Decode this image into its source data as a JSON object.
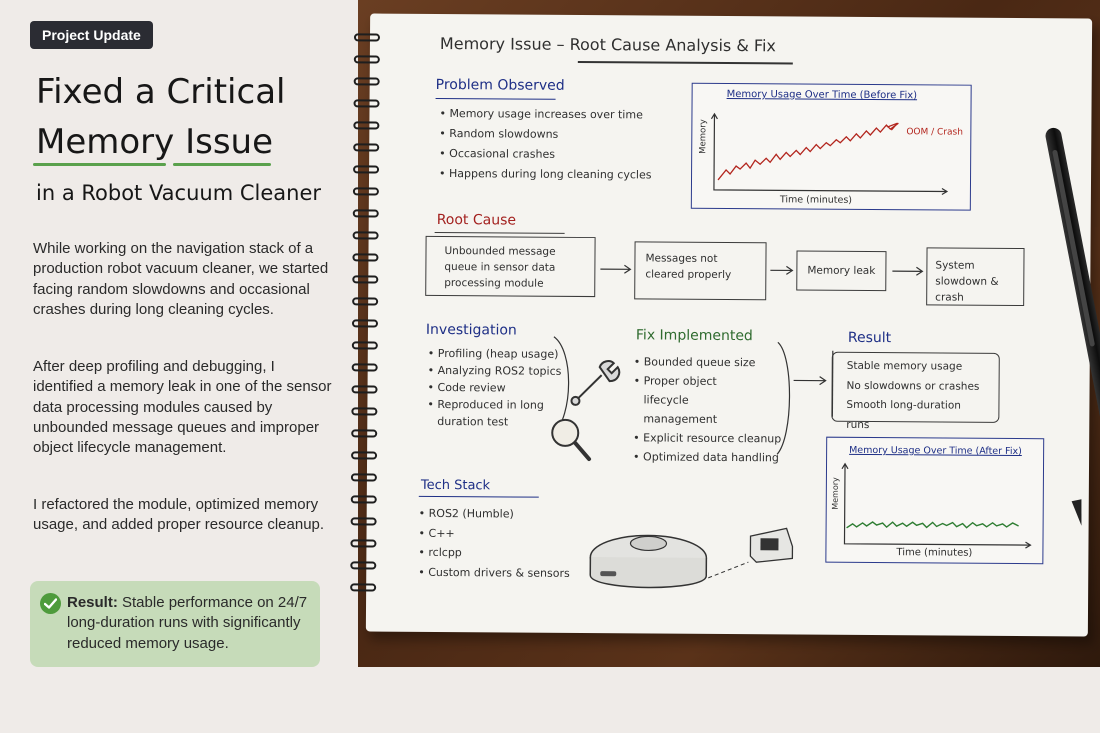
{
  "badge": "Project Update",
  "headline": {
    "line1": "Fixed a Critical",
    "line2_a": "Memory",
    "line2_b": "Issue",
    "line3": "in a Robot Vacuum Cleaner"
  },
  "paragraphs": [
    "While working on the navigation stack of a production robot vacuum cleaner, we started facing random slowdowns and occasional crashes during long cleaning cycles.",
    "After deep profiling and debugging, I identified a memory leak in one of the sensor data processing modules caused by unbounded message queues and improper object lifecycle management.",
    "I refactored the module, optimized memory usage, and added proper resource cleanup."
  ],
  "result": {
    "label": "Result:",
    "text": " Stable performance on 24/7 long-duration runs with significantly reduced memory usage."
  },
  "notebook": {
    "title": "Memory Issue – Root Cause Analysis & Fix",
    "problem": {
      "heading": "Problem Observed",
      "items": [
        "Memory usage increases over time",
        "Random slowdowns",
        "Occasional crashes",
        "Happens during long cleaning cycles"
      ]
    },
    "chart_before": {
      "title": "Memory Usage Over Time (Before Fix)",
      "ylabel": "Memory",
      "xlabel": "Time (minutes)",
      "annotation": "OOM / Crash"
    },
    "root_cause": {
      "heading": "Root Cause",
      "boxes": [
        "Unbounded message queue in sensor data processing module",
        "Messages not cleared properly",
        "Memory leak",
        "System slowdown & crash"
      ]
    },
    "investigation": {
      "heading": "Investigation",
      "items": [
        "Profiling (heap usage)",
        "Analyzing ROS2 topics",
        "Code review",
        "Reproduced in long duration test"
      ]
    },
    "fix": {
      "heading": "Fix Implemented",
      "items": [
        "Bounded queue size",
        "Proper object lifecycle management",
        "Explicit resource cleanup",
        "Optimized data handling"
      ]
    },
    "result": {
      "heading": "Result",
      "items": [
        "Stable memory usage",
        "No slowdowns or crashes",
        "Smooth long-duration runs"
      ]
    },
    "chart_after": {
      "title": "Memory Usage Over Time (After Fix)",
      "ylabel": "Memory",
      "xlabel": "Time (minutes)"
    },
    "tech_stack": {
      "heading": "Tech Stack",
      "items": [
        "ROS2 (Humble)",
        "C++",
        "rclcpp",
        "Custom drivers & sensors"
      ]
    }
  },
  "colors": {
    "accent_green": "#5aa14c",
    "result_bg": "#c6dbb9",
    "badge_bg": "#2b2c33",
    "chart_red": "#b3261e",
    "chart_green": "#2e7d32"
  }
}
